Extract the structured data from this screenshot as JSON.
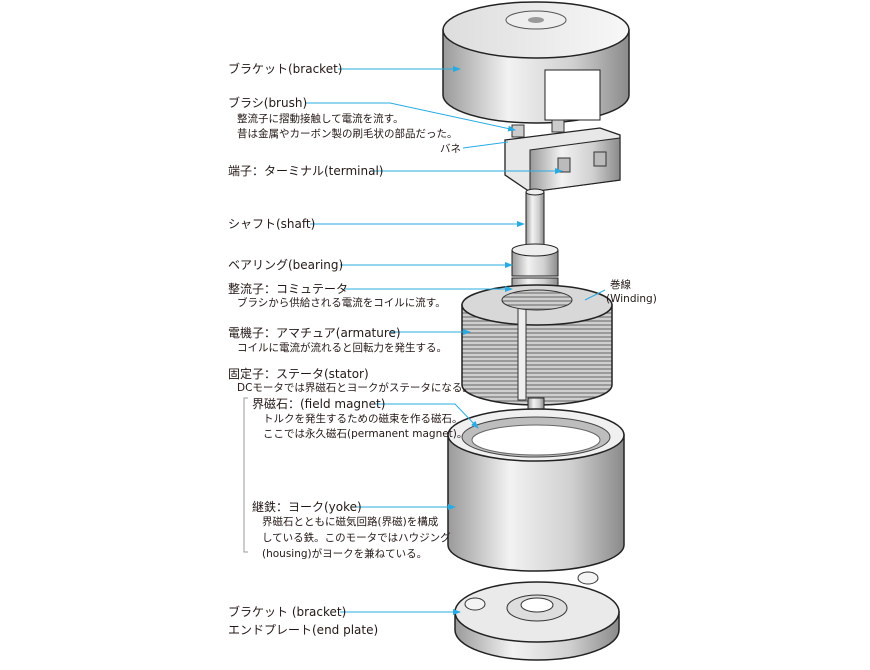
{
  "labels": {
    "bracket_top": "ブラケット(bracket)",
    "brush": "ブラシ(brush)",
    "brush_desc1": "整流子に摺動接触して電流を流す。",
    "brush_desc2": "昔は金属やカーボン製の刷毛状の部品だった。",
    "spring": "バネ",
    "terminal": "端子：ターミナル(terminal)",
    "shaft": "シャフト(shaft)",
    "bearing": "ベアリング(bearing)",
    "commutator": "整流子：コミュテータ",
    "commutator_desc": "ブラシから供給される電流をコイルに流す。",
    "armature": "電機子：アマチュア(armature)",
    "armature_desc": "コイルに電流が流れると回転力を発生する。",
    "stator": "固定子：ステータ(stator)",
    "stator_desc": "DCモータでは界磁石とヨークがステータになる。",
    "field_magnet": "界磁石：(field magnet)",
    "field_magnet_desc1": "トルクを発生するための磁束を作る磁石。",
    "field_magnet_desc2": "ここでは永久磁石(permanent magnet)。",
    "yoke": "継鉄：ヨーク(yoke)",
    "yoke_desc1": "界磁石とともに磁気回路(界磁)を構成",
    "yoke_desc2": "している鉄。このモータではハウジング",
    "yoke_desc3": "(housing)がヨークを兼ねている。",
    "bracket_bottom": "ブラケット (bracket)",
    "end_plate": "エンドプレート(end plate)",
    "winding": "巻線",
    "winding_en": "(Winding)"
  },
  "colors": {
    "leader": "#29abe2",
    "text": "#231815"
  }
}
